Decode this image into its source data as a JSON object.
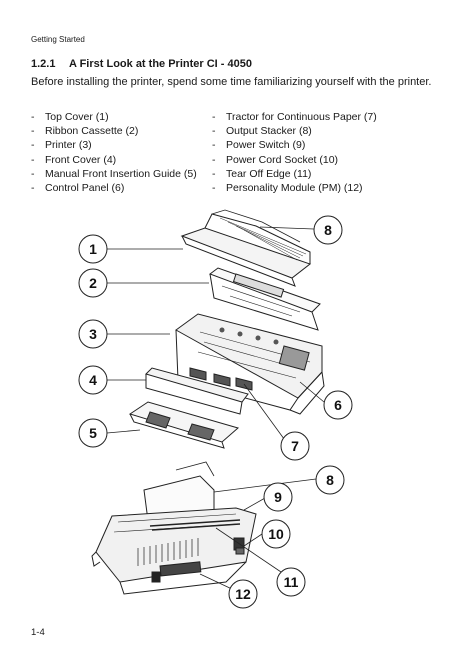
{
  "header": {
    "running_title": "Getting Started"
  },
  "section": {
    "number": "1.2.1",
    "title": "A First Look at the Printer CI - 4050",
    "intro": "Before installing the printer, spend some time familiarizing yourself with the printer."
  },
  "parts_left": [
    "Top Cover (1)",
    "Ribbon Cassette (2)",
    "Printer (3)",
    "Front Cover (4)",
    "Manual Front Insertion Guide (5)",
    "Control Panel (6)"
  ],
  "parts_right": [
    "Tractor for Continuous Paper (7)",
    "Output Stacker (8)",
    "Power Switch (9)",
    "Power Cord Socket (10)",
    "Tear Off Edge (11)",
    "Personality Module (PM) (12)"
  ],
  "callouts": [
    "1",
    "2",
    "3",
    "4",
    "5",
    "6",
    "7",
    "8",
    "8",
    "9",
    "10",
    "11",
    "12"
  ],
  "footer": {
    "page_number": "1-4"
  }
}
